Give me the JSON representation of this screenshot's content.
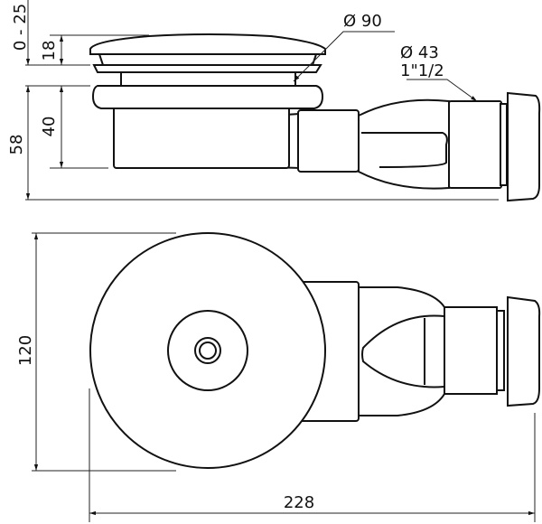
{
  "diagram": {
    "side_view": {
      "dim_adjust": "0 - 25",
      "dim_cap_height": "18",
      "dim_body_height": "40",
      "dim_total_height": "58",
      "dim_cap_diameter": "Ø 90",
      "dim_outlet_diameter": "Ø 43",
      "dim_outlet_thread": "1\"1/2"
    },
    "top_view": {
      "dim_width": "120",
      "dim_length": "228"
    }
  }
}
